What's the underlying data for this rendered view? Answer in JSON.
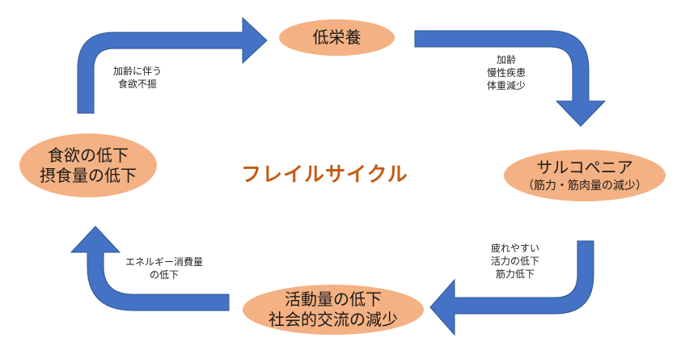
{
  "title": "フレイルサイクル",
  "nodes": {
    "malnutrition": "低栄養",
    "sarcopenia": {
      "line1": "サルコペニア",
      "line2": "（筋力・筋肉量の減少）"
    },
    "activity": {
      "line1": "活動量の低下",
      "line2": "社会的交流の減少"
    },
    "appetite": {
      "line1": "食欲の低下",
      "line2": "摂食量の低下"
    }
  },
  "labels": {
    "aging_appetite": [
      "加齢に伴う",
      "食欲不振"
    ],
    "aging_disease": [
      "加齢",
      "慢性疾患",
      "体重減少"
    ],
    "fatigue": [
      "疲れやすい",
      "活力の低下",
      "筋力低下"
    ],
    "energy": [
      "エネルギー消費量",
      "の低下"
    ]
  },
  "colors": {
    "node_fill": "#f4b183",
    "arrow": "#4472c4",
    "arrow_stroke": "#2f5597",
    "title": "#c55a11"
  }
}
